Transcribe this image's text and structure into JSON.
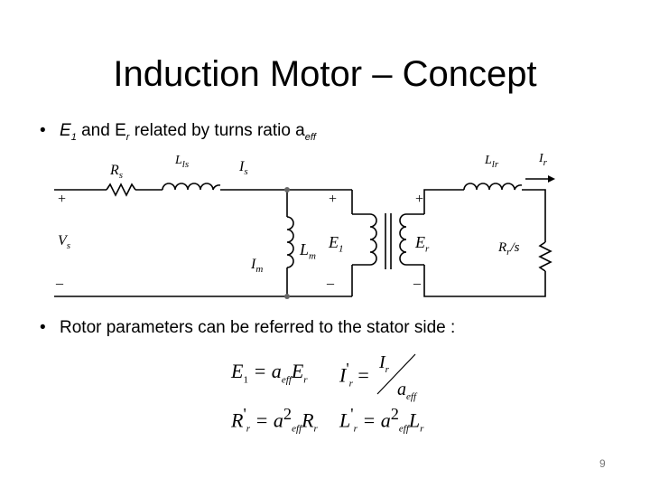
{
  "slide": {
    "title": "Induction Motor – Concept",
    "bullet1": {
      "text_before": "E",
      "sub1": "1",
      "text_mid": " and E",
      "sub2": "r",
      "text_after": " related by turns ratio a",
      "sub3": "eff"
    },
    "bullet2": "Rotor parameters can be referred to the stator side :",
    "page_number": "9"
  },
  "circuit": {
    "labels": {
      "Rs": "R",
      "Rs_sub": "s",
      "Lls": "L",
      "Lls_sub": "ls",
      "Is": "I",
      "Is_sub": "s",
      "Llr": "L",
      "Llr_sub": "lr",
      "Ir": "I",
      "Ir_sub": "r",
      "Vs": "V",
      "Vs_sub": "s",
      "Im": "I",
      "Im_sub": "m",
      "Lm": "L",
      "Lm_sub": "m",
      "E1": "E",
      "E1_sub": "1",
      "Er": "E",
      "Er_sub": "r",
      "Rr_s": "R",
      "Rr_s_sub": "r",
      "Rr_s_tail": "/s",
      "plus": "+",
      "minus": "_"
    }
  },
  "equations": {
    "eq1_lhs": "E",
    "eq1_lhs_sub": "1",
    "eq1_rhs": "= a",
    "eq1_rhs_sub": "eff",
    "eq1_rhs_tail": "E",
    "eq1_rhs_tail_sub": "r",
    "eq2_lhs": "I",
    "eq2_lhs_sub": "r",
    "eq2_prime": "'",
    "eq2_num": "I",
    "eq2_num_sub": "r",
    "eq2_den": "a",
    "eq2_den_sub": "eff",
    "eq3_lhs": "R",
    "eq3_lhs_sub": "r",
    "eq3_prime": "'",
    "eq3_rhs": "= a",
    "eq3_rhs_sup": "2",
    "eq3_rhs_sub": "eff",
    "eq3_rhs_tail": "R",
    "eq3_rhs_tail_sub": "r",
    "eq4_lhs": "L",
    "eq4_lhs_sub": "r",
    "eq4_prime": "'",
    "eq4_rhs": "= a",
    "eq4_rhs_sup": "2",
    "eq4_rhs_sub": "eff",
    "eq4_rhs_tail": "L",
    "eq4_rhs_tail_sub": "r"
  }
}
